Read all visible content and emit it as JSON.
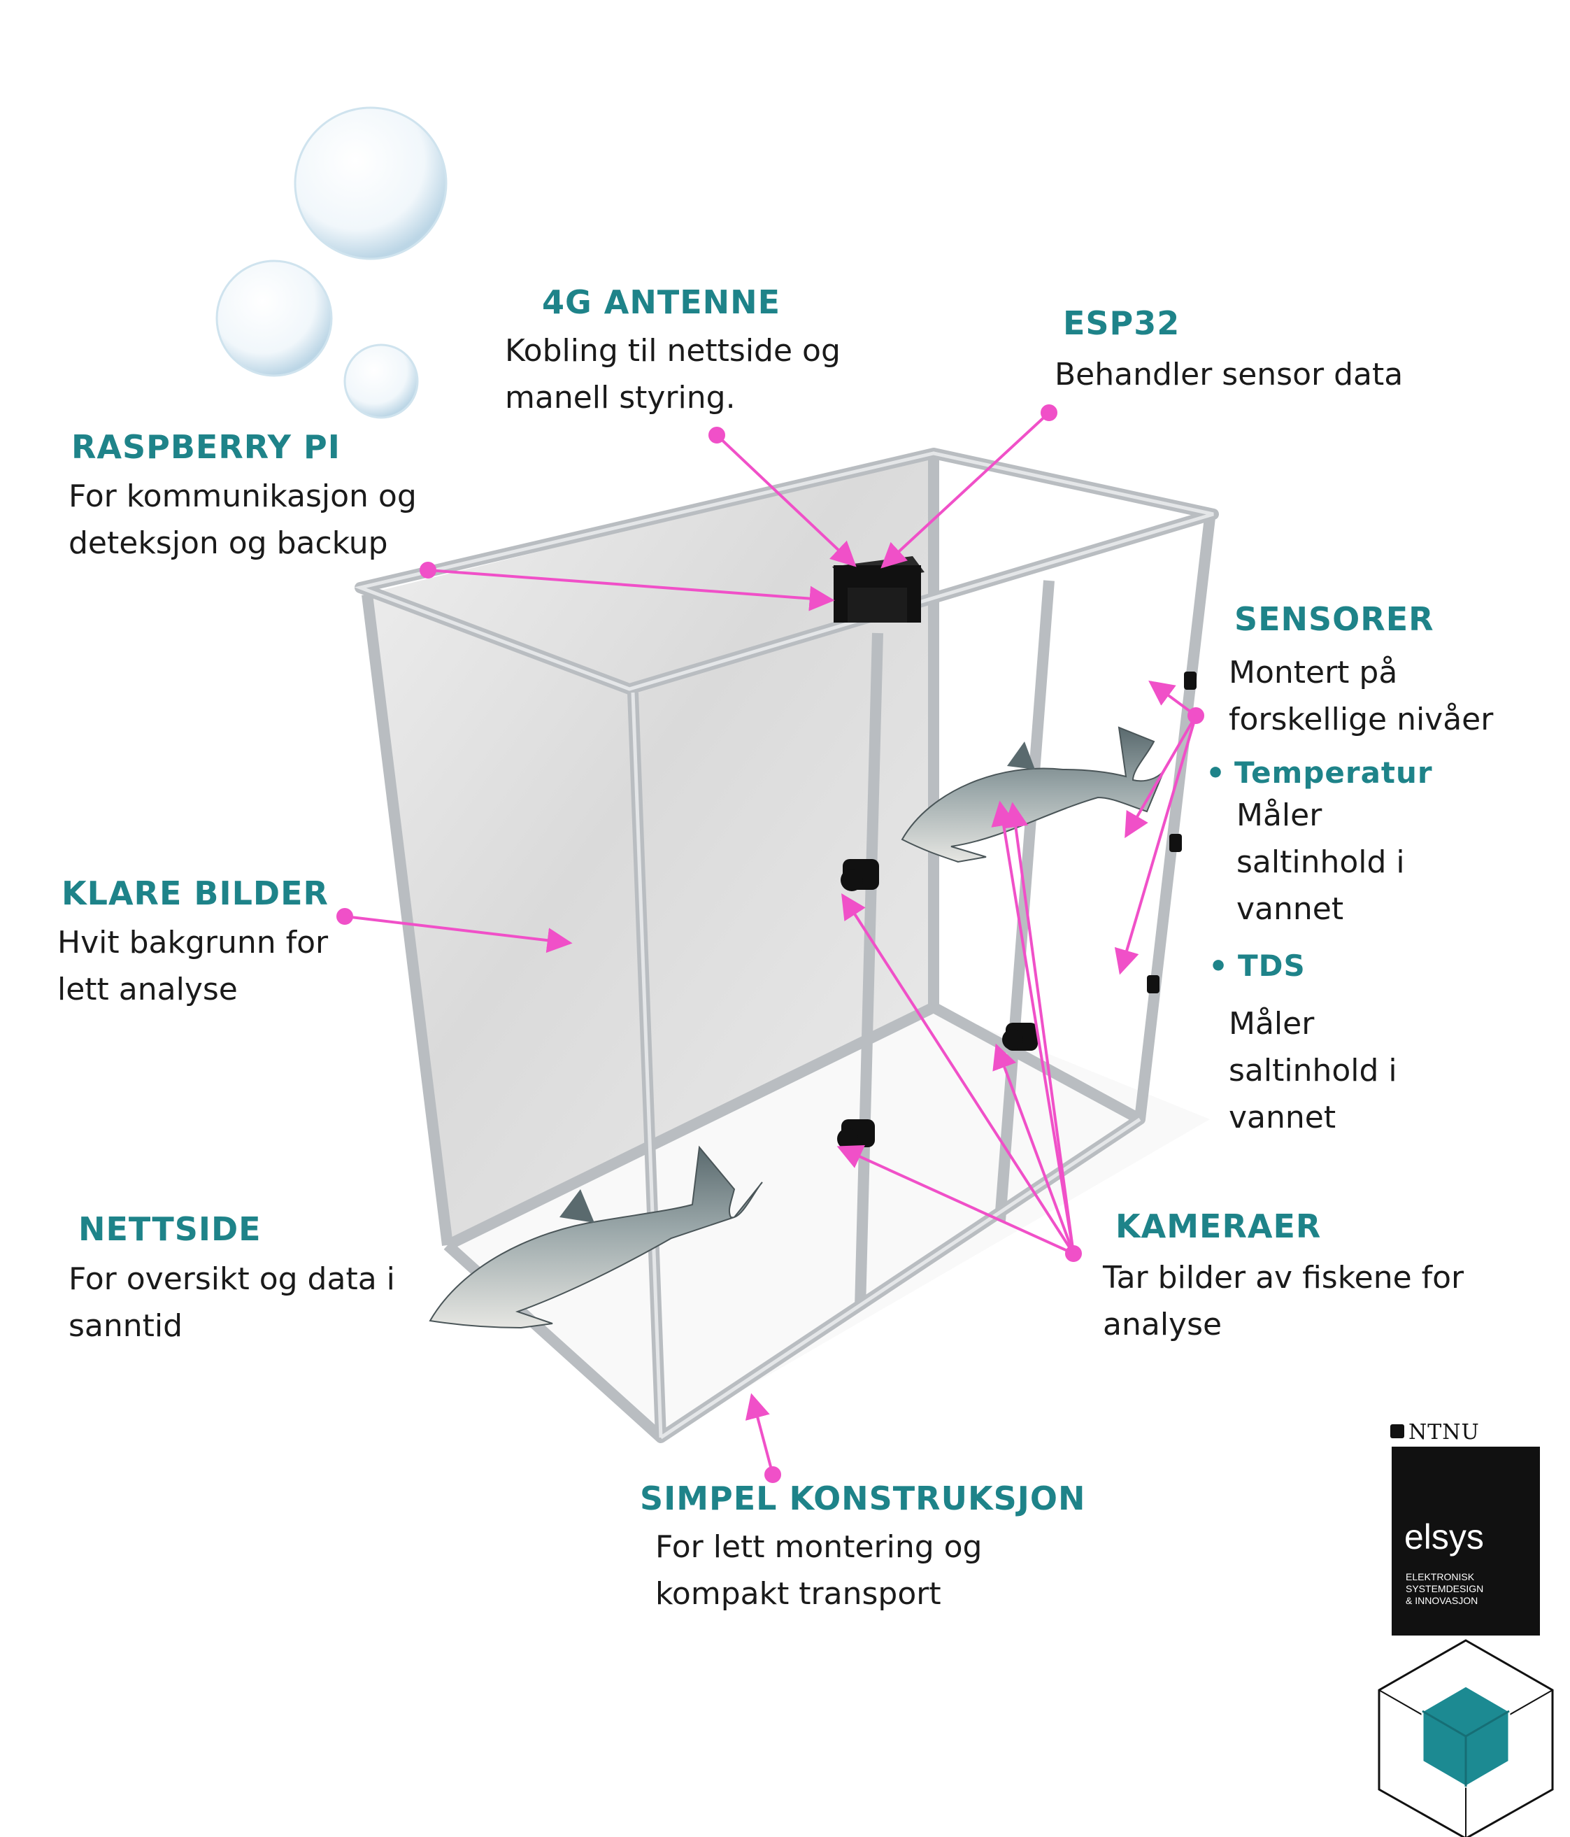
{
  "colors": {
    "heading": "#1e8389",
    "text": "#1a1a1a",
    "pointer": "#f050c8",
    "frame": "#b9bdc1",
    "panel": "#dcdcdc",
    "teal_cube": "#1c8a92"
  },
  "callouts": {
    "raspberry": {
      "title": "RASPBERRY PI",
      "lines": [
        "For kommunikasjon og",
        "deteksjon og backup"
      ]
    },
    "antenne": {
      "title": "4G ANTENNE",
      "lines": [
        "Kobling til nettside og",
        "manell styring."
      ]
    },
    "esp32": {
      "title": "ESP32",
      "lines": [
        "Behandler sensor data"
      ]
    },
    "sensorer": {
      "title": "SENSORER",
      "lines": [
        "Montert på",
        "forskellige nivåer"
      ]
    },
    "temperatur": {
      "title": "Temperatur",
      "lines": [
        "Måler",
        "saltinhold i",
        "vannet"
      ]
    },
    "tds": {
      "title": "TDS",
      "lines": [
        "Måler",
        "saltinhold i",
        "vannet"
      ]
    },
    "klare": {
      "title": "KLARE BILDER",
      "lines": [
        "Hvit bakgrunn for",
        "lett analyse"
      ]
    },
    "nettside": {
      "title": "NETTSIDE",
      "lines": [
        "For oversikt og data i",
        "sanntid"
      ]
    },
    "kameraer": {
      "title": "KAMERAER",
      "lines": [
        "Tar bilder av fiskene for",
        "analyse"
      ]
    },
    "simpel": {
      "title": "SIMPEL KONSTRUKSJON",
      "lines": [
        "For lett montering og",
        "kompakt transport"
      ]
    }
  },
  "bullet_symbol": "•",
  "logo": {
    "ntnu": "NTNU",
    "brand": "elsys",
    "subtitle": "ELEKTRONISK\nSYSTEMDESIGN\n& INNOVASJON"
  }
}
